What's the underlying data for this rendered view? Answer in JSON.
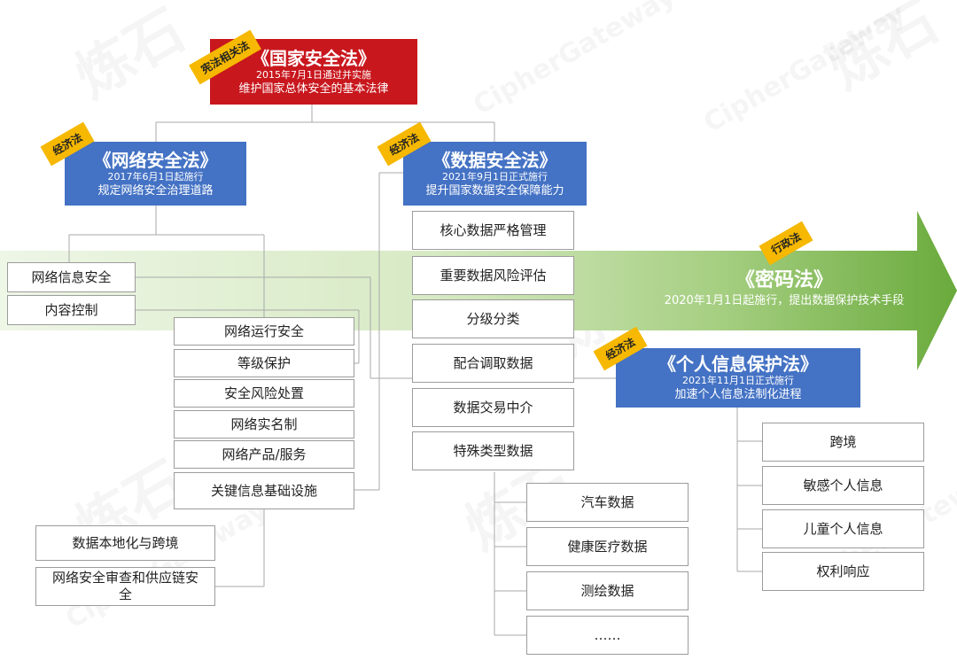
{
  "watermark": {
    "cn": "炼石",
    "en": "CipherGateway"
  },
  "root": {
    "title": "《国家安全法》",
    "date": "2015年7月1日通过并实施",
    "subtitle": "维护国家总体安全的基本法律",
    "tag": "宪法相关法"
  },
  "cyber": {
    "title": "《网络安全法》",
    "date": "2017年6月1日起施行",
    "subtitle": "规定网络安全治理道路",
    "tag": "经济法",
    "items_left": [
      "网络信息安全",
      "内容控制"
    ],
    "items_mid": [
      "网络运行安全",
      "等级保护",
      "安全风险处置",
      "网络实名制",
      "网络产品/服务",
      "关键信息基础设施"
    ],
    "items_bottom": [
      "数据本地化与跨境",
      "网络安全审查和供应链安全"
    ]
  },
  "data_law": {
    "title": "《数据安全法》",
    "date": "2021年9月1日正式施行",
    "subtitle": "提升国家数据安全保障能力",
    "tag": "经济法",
    "items": [
      "核心数据严格管理",
      "重要数据风险评估",
      "分级分类",
      "配合调取数据",
      "数据交易中介",
      "特殊类型数据"
    ],
    "sub_items": [
      "汽车数据",
      "健康医疗数据",
      "测绘数据",
      "……"
    ]
  },
  "crypto": {
    "title": "《密码法》",
    "subtitle": "2020年1月1日起施行，提出数据保护技术手段",
    "tag": "行政法",
    "arrow_color": "#6aaa3c"
  },
  "pipl": {
    "title": "《个人信息保护法》",
    "date": "2021年11月1日正式施行",
    "subtitle": "加速个人信息法制化进程",
    "tag": "经济法",
    "items": [
      "跨境",
      "敏感个人信息",
      "儿童个人信息",
      "权利响应"
    ]
  },
  "colors": {
    "red": "#c8171d",
    "blue": "#4472c4",
    "tag": "#f6b800",
    "green": "#6aaa3c"
  }
}
